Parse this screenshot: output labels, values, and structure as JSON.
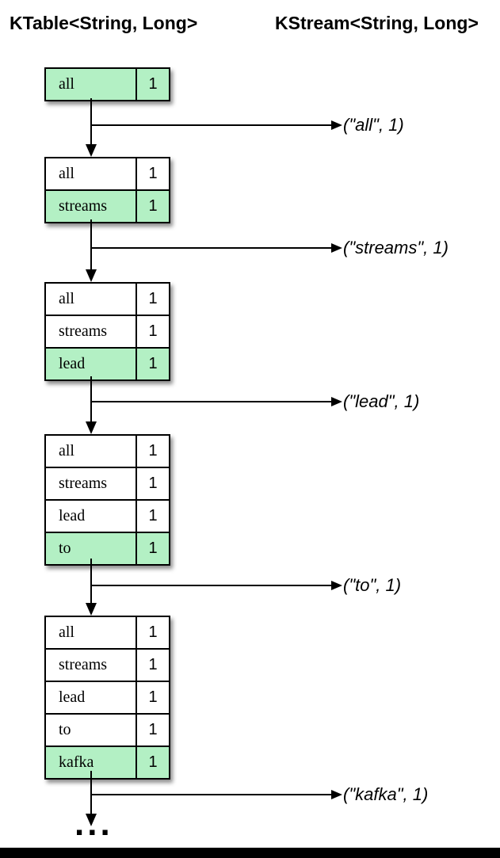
{
  "header": {
    "left": "KTable<String, Long>",
    "right": "KStream<String, Long>"
  },
  "tables": [
    {
      "rows": [
        {
          "key": "all",
          "value": "1",
          "highlight": true
        }
      ]
    },
    {
      "rows": [
        {
          "key": "all",
          "value": "1",
          "highlight": false
        },
        {
          "key": "streams",
          "value": "1",
          "highlight": true
        }
      ]
    },
    {
      "rows": [
        {
          "key": "all",
          "value": "1",
          "highlight": false
        },
        {
          "key": "streams",
          "value": "1",
          "highlight": false
        },
        {
          "key": "lead",
          "value": "1",
          "highlight": true
        }
      ]
    },
    {
      "rows": [
        {
          "key": "all",
          "value": "1",
          "highlight": false
        },
        {
          "key": "streams",
          "value": "1",
          "highlight": false
        },
        {
          "key": "lead",
          "value": "1",
          "highlight": false
        },
        {
          "key": "to",
          "value": "1",
          "highlight": true
        }
      ]
    },
    {
      "rows": [
        {
          "key": "all",
          "value": "1",
          "highlight": false
        },
        {
          "key": "streams",
          "value": "1",
          "highlight": false
        },
        {
          "key": "lead",
          "value": "1",
          "highlight": false
        },
        {
          "key": "to",
          "value": "1",
          "highlight": false
        },
        {
          "key": "kafka",
          "value": "1",
          "highlight": true
        }
      ]
    }
  ],
  "outputs": [
    "(\"all\", 1)",
    "(\"streams\", 1)",
    "(\"lead\", 1)",
    "(\"to\", 1)",
    "(\"kafka\", 1)"
  ],
  "ellipsis": "...",
  "colors": {
    "highlight_green": "#b3f0c4",
    "line_black": "#000000"
  }
}
